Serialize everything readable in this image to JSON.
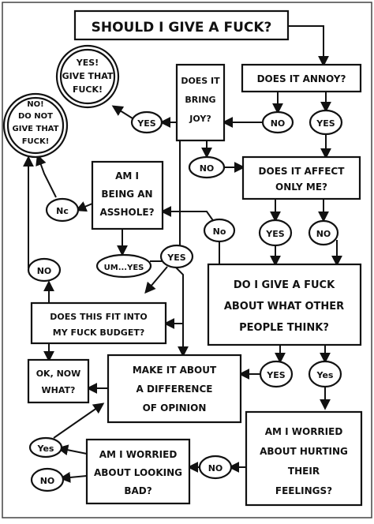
{
  "title": "SHOULD I GIVE A FUCK?",
  "nodes": {
    "yes_give": [
      "YES!",
      "GIVE THAT",
      "FUCK!"
    ],
    "no_give": [
      "NO!",
      "DO NOT",
      "GIVE THAT",
      "FUCK!"
    ],
    "bring_joy": [
      "DOES IT",
      "BRING",
      "JOY?"
    ],
    "annoy": [
      "DOES IT ANNOY?"
    ],
    "affect": [
      "DOES IT AFFECT",
      "ONLY ME?"
    ],
    "asshole": [
      "AM I",
      "BEING AN",
      "ASSHOLE?"
    ],
    "others": [
      "DO I GIVE A FUCK",
      "ABOUT WHAT OTHER",
      "PEOPLE THINK?"
    ],
    "budget": [
      "DOES THIS FIT INTO",
      "MY FUCK BUDGET?"
    ],
    "ok_now": [
      "OK, NOW",
      "WHAT?"
    ],
    "difference": [
      "MAKE IT ABOUT",
      "A DIFFERENCE",
      "OF OPINION"
    ],
    "worried_feelings": [
      "AM I WORRIED",
      "ABOUT HURTING",
      "THEIR",
      "FEELINGS?"
    ],
    "worried_bad": [
      "AM I WORRIED",
      "ABOUT LOOKING",
      "BAD?"
    ]
  },
  "labels": {
    "yes": "YES",
    "yes_alt": "Yes",
    "no": "NO",
    "no_alt": "No",
    "nc": "Nc",
    "um_yes": "UM...YES"
  }
}
